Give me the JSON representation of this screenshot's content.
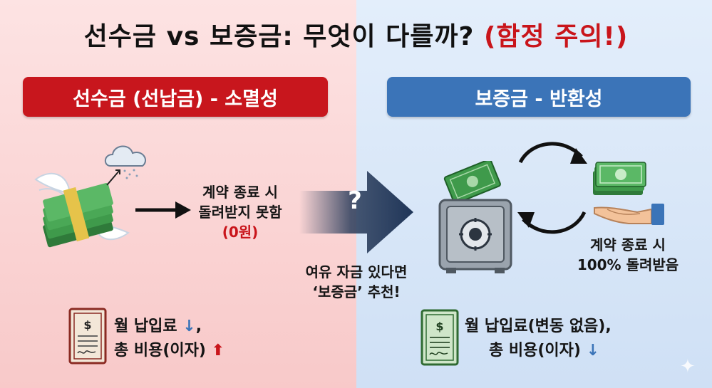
{
  "title": {
    "main": "선수금 vs 보증금: 무엇이 다를까?",
    "warning": "(함정 주의!)"
  },
  "left": {
    "header": "선수금 (선납금) - 소멸성",
    "note_line1": "계약 종료 시",
    "note_line2": "돌려받지 못함",
    "note_amount": "(0원)",
    "summary_line1": "월 납입료",
    "summary_line2": "총 비용(이자)",
    "down_arrow": "↓",
    "comma": ",",
    "up_arrow": "⬆"
  },
  "right": {
    "header": "보증금 - 반환성",
    "note_line1": "계약 종료 시",
    "note_line2": "100% 돌려받음",
    "summary_line1": "월 납입료(변동 없음),",
    "summary_line2": "총 비용(이자)",
    "down_arrow": "↓"
  },
  "center": {
    "question": "?",
    "recommend_line1": "여유 자금 있다면",
    "recommend_line2": "‘보증금’ 추천!"
  },
  "icons": [
    "winged-money-icon",
    "cloud-icon",
    "arrow-right-icon",
    "safe-icon",
    "money-icon",
    "hand-icon",
    "cycle-arrows-icon",
    "document-icon",
    "question-arrow-icon",
    "sparkle-icon"
  ],
  "colors": {
    "red": "#c8161d",
    "blue": "#3b74b8",
    "money_green": "#3f8f4a"
  }
}
